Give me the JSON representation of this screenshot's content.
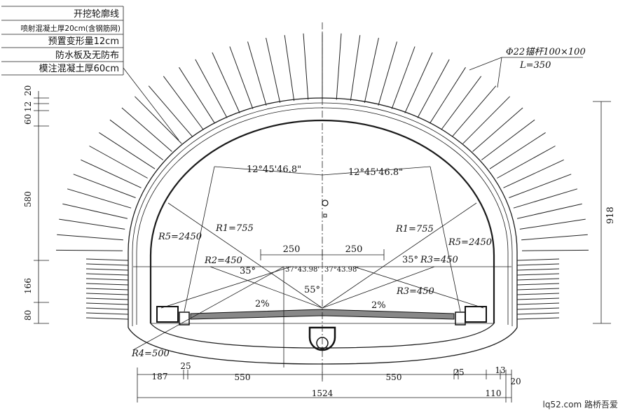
{
  "legend": [
    "开挖轮廓线",
    "喷射混凝土厚20cm(含钢筋网)",
    "预置变形量12cm",
    "防水板及无防布",
    "模注混凝土厚60cm"
  ],
  "anchor": {
    "line1": "Φ22锚杆100×100",
    "line2": "L=350"
  },
  "angles": {
    "left": "12°45'46.8\"",
    "right": "12°45'46.8\""
  },
  "radii": {
    "r1_left": "R1=755",
    "r1_right": "R1=755",
    "r5_left": "R5=2450",
    "r5_right": "R5=2450",
    "r2": "R2=450",
    "r3_right": "R3=450",
    "r3_low": "R3=450",
    "r4": "R4=500"
  },
  "center_dims": {
    "left": "250",
    "right": "250"
  },
  "small_angles": {
    "a35_left": "35°",
    "a35_right": "35°",
    "a37_left": "37°43.98'",
    "a37_right": "37°43.98'",
    "a55": "55°"
  },
  "slopes": {
    "left": "2%",
    "right": "2%"
  },
  "left_dims": [
    "20",
    "12",
    "60",
    "580",
    "166",
    "80"
  ],
  "right_dim": "918",
  "bottom_dims": {
    "d187": "187",
    "d25_left": "25",
    "d550_left": "550",
    "d550_right": "550",
    "d25_right": "25",
    "d13": "13",
    "d20": "20",
    "d110": "110",
    "total": "1524"
  },
  "watermark": "lq52.com 路桥吾爱"
}
